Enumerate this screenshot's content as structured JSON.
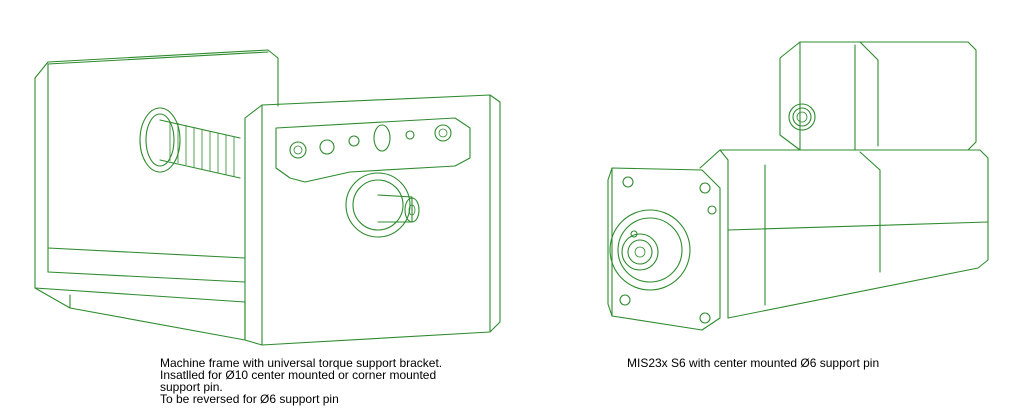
{
  "left_figure": {
    "caption_lines": [
      "Machine frame with universal torque support bracket.",
      "Insatlled for Ø10 center mounted or corner mounted",
      "support pin.",
      "To be reversed for Ø6 support pin"
    ]
  },
  "right_figure": {
    "caption": "MIS23x S6 with center mounted Ø6 support pin"
  },
  "colors": {
    "drawing_line": "#2e8b2e",
    "caption_text": "#000000",
    "background": "#ffffff"
  }
}
